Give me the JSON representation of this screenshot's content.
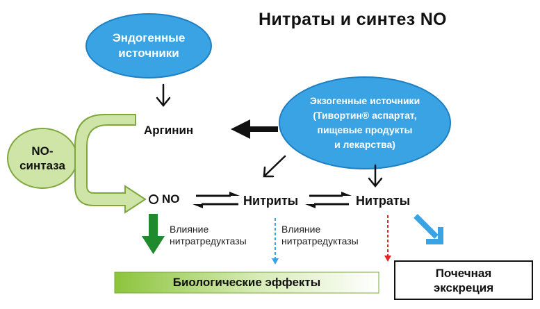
{
  "title": "Нитраты и синтез NO",
  "endogenous": {
    "line1": "Эндогенные",
    "line2": "источники"
  },
  "exogenous": {
    "line1": "Экзогенные источники",
    "line2": "(Тивортин® аспартат,",
    "line3": "пищевые продукты",
    "line4": "и лекарства)"
  },
  "no_synthase": {
    "line1": "NO-",
    "line2": "синтаза"
  },
  "nodes": {
    "arginine": "Аргинин",
    "no": "NO",
    "nitrites": "Нитриты",
    "nitrates": "Нитраты"
  },
  "labels": {
    "influence_1_line1": "Влияние",
    "influence_1_line2": "нитратредуктазы",
    "influence_2_line1": "Влияние",
    "influence_2_line2": "нитратредуктазы"
  },
  "outcomes": {
    "biological_effects": "Биологические эффекты",
    "renal_line1": "Почечная",
    "renal_line2": "экскреция"
  },
  "colors": {
    "bubble_blue": "#3aa3e3",
    "bubble_blue_dark": "#1e7fc2",
    "synthase_fill": "#cfe5a8",
    "synthase_border": "#7ea83c",
    "green_arrow": "#1f8a2e",
    "blue_dashed": "#3aa3e3",
    "red_dashed": "#e32626",
    "light_blue_arrow": "#3aa3e3"
  }
}
